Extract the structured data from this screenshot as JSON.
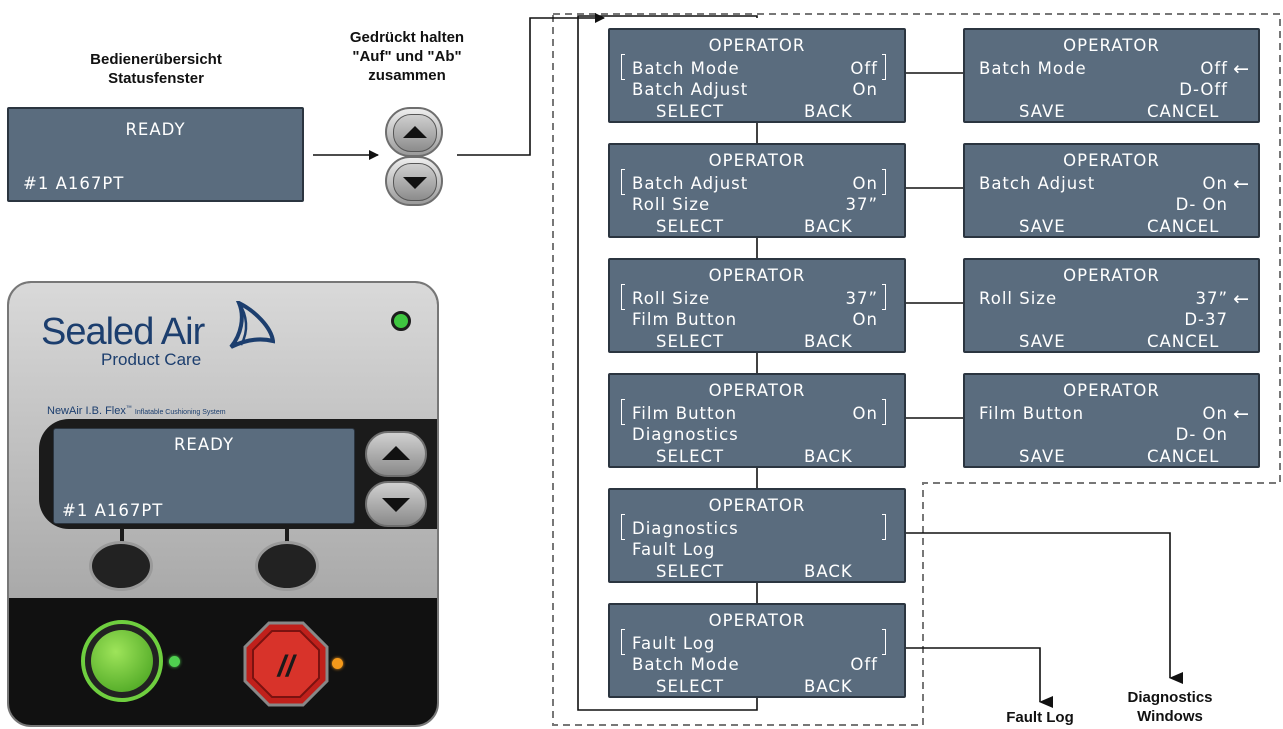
{
  "captions": {
    "overview_line1": "Bedienerübersicht",
    "overview_line2": "Statusfenster",
    "hold_line1": "Gedrückt halten",
    "hold_line2": "\"Auf\" und \"Ab\"",
    "hold_line3": "zusammen",
    "fault_log": "Fault Log",
    "diag_line1": "Diagnostics",
    "diag_line2": "Windows"
  },
  "status_lcd": {
    "line1": "READY",
    "line3": "#1 A167PT"
  },
  "menu_screens": [
    {
      "title": "OPERATOR",
      "item1": "Batch Mode",
      "value1": "Off",
      "item2": "Batch Adjust",
      "value2": "On",
      "left_key": "SELECT",
      "right_key": "BACK"
    },
    {
      "title": "OPERATOR",
      "item1": "Batch Adjust",
      "value1": "On",
      "item2": "Roll Size",
      "value2": "37”",
      "left_key": "SELECT",
      "right_key": "BACK"
    },
    {
      "title": "OPERATOR",
      "item1": "Roll Size",
      "value1": "37”",
      "item2": "Film Button",
      "value2": "On",
      "left_key": "SELECT",
      "right_key": "BACK"
    },
    {
      "title": "OPERATOR",
      "item1": "Film Button",
      "value1": "On",
      "item2": "Diagnostics",
      "value2": "",
      "left_key": "SELECT",
      "right_key": "BACK"
    },
    {
      "title": "OPERATOR",
      "item1": "Diagnostics",
      "value1": "",
      "item2": "Fault Log",
      "value2": "",
      "left_key": "SELECT",
      "right_key": "BACK"
    },
    {
      "title": "OPERATOR",
      "item1": "Fault Log",
      "value1": "",
      "item2": "Batch Mode",
      "value2": "Off",
      "left_key": "SELECT",
      "right_key": "BACK"
    }
  ],
  "edit_screens": [
    {
      "title": "OPERATOR",
      "item": "Batch Mode",
      "value": "Off",
      "default": "D-Off",
      "left_key": "SAVE",
      "right_key": "CANCEL"
    },
    {
      "title": "OPERATOR",
      "item": "Batch Adjust",
      "value": "On",
      "default": "D- On",
      "left_key": "SAVE",
      "right_key": "CANCEL"
    },
    {
      "title": "OPERATOR",
      "item": "Roll Size",
      "value": "37”",
      "default": "D-37",
      "left_key": "SAVE",
      "right_key": "CANCEL"
    },
    {
      "title": "OPERATOR",
      "item": "Film Button",
      "value": "On",
      "default": "D- On",
      "left_key": "SAVE",
      "right_key": "CANCEL"
    }
  ],
  "device": {
    "brand": "Sealed Air",
    "brand_sub": "Product Care",
    "model": "NewAir I.B. Flex",
    "model_tm": "™",
    "model_sub": "Inflatable Cushioning System",
    "lcd_line1": "READY",
    "lcd_line3": "#1 A167PT",
    "stop_symbol": "//"
  },
  "colors": {
    "lcd_bg": "#5a6c7e",
    "lcd_text": "#ffffff",
    "brand_blue": "#1c3e6e",
    "start_green": "#4caf22",
    "stop_red": "#c0201b",
    "led_green": "#3fc640",
    "led_amber": "#f59a1b"
  },
  "icons": {
    "up": "triangle-up-icon",
    "down": "triangle-down-icon",
    "select_arrow": "arrow-left-icon"
  }
}
